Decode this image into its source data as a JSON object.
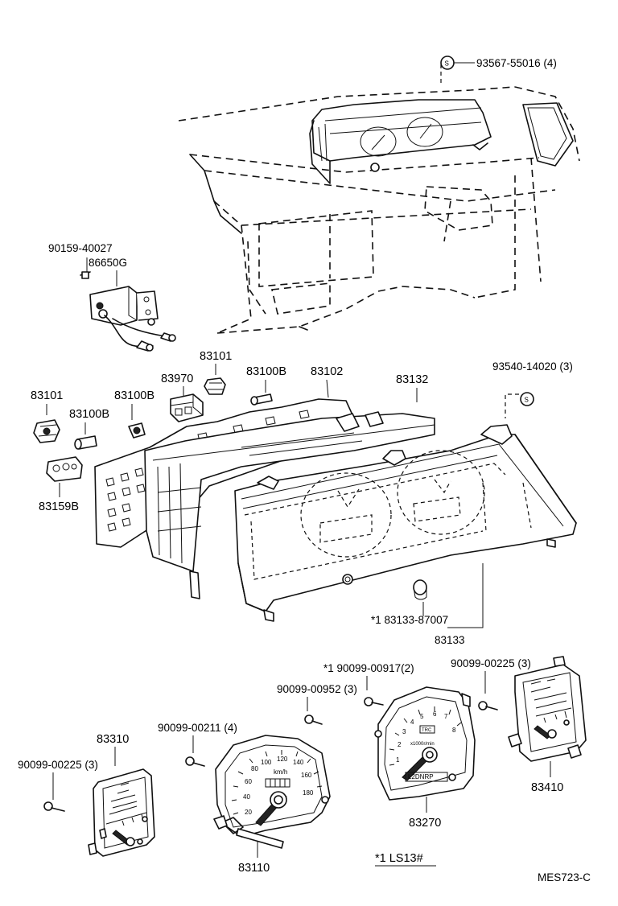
{
  "labels": {
    "p93567": "93567-55016 (4)",
    "s_mark": "S",
    "p90159": "90159-40027",
    "p86650": "86650G",
    "p83101a": "83101",
    "p83970": "83970",
    "p83100b_a": "83100B",
    "p83102": "83102",
    "p83132": "83132",
    "p93540": "93540-14020 (3)",
    "p83101b": "83101",
    "p83100b_b": "83100B",
    "p83100b_c": "83100B",
    "p83159": "83159B",
    "p83133_87007": "*1 83133-87007",
    "p83133": "83133",
    "p90099_00917": "*1 90099-00917(2)",
    "p90099_00225a": "90099-00225 (3)",
    "p90099_00952": "90099-00952 (3)",
    "p90099_00211": "90099-00211 (4)",
    "p83310": "83310",
    "p90099_00225b": "90099-00225 (3)",
    "p83110": "83110",
    "p83270": "83270",
    "p83410": "83410",
    "note": "*1 LS13#",
    "code": "MES723-C"
  },
  "gauges": {
    "speed_ticks": [
      "20",
      "40",
      "60",
      "80",
      "100",
      "120",
      "140",
      "160",
      "180"
    ],
    "speed_unit": "km/h",
    "tach_ticks": [
      "1",
      "2",
      "3",
      "4",
      "5",
      "6",
      "7",
      "8"
    ],
    "tach_unit": "x1000r/min",
    "tach_window": "TRC",
    "shift_indicator": "L2DNRP"
  }
}
